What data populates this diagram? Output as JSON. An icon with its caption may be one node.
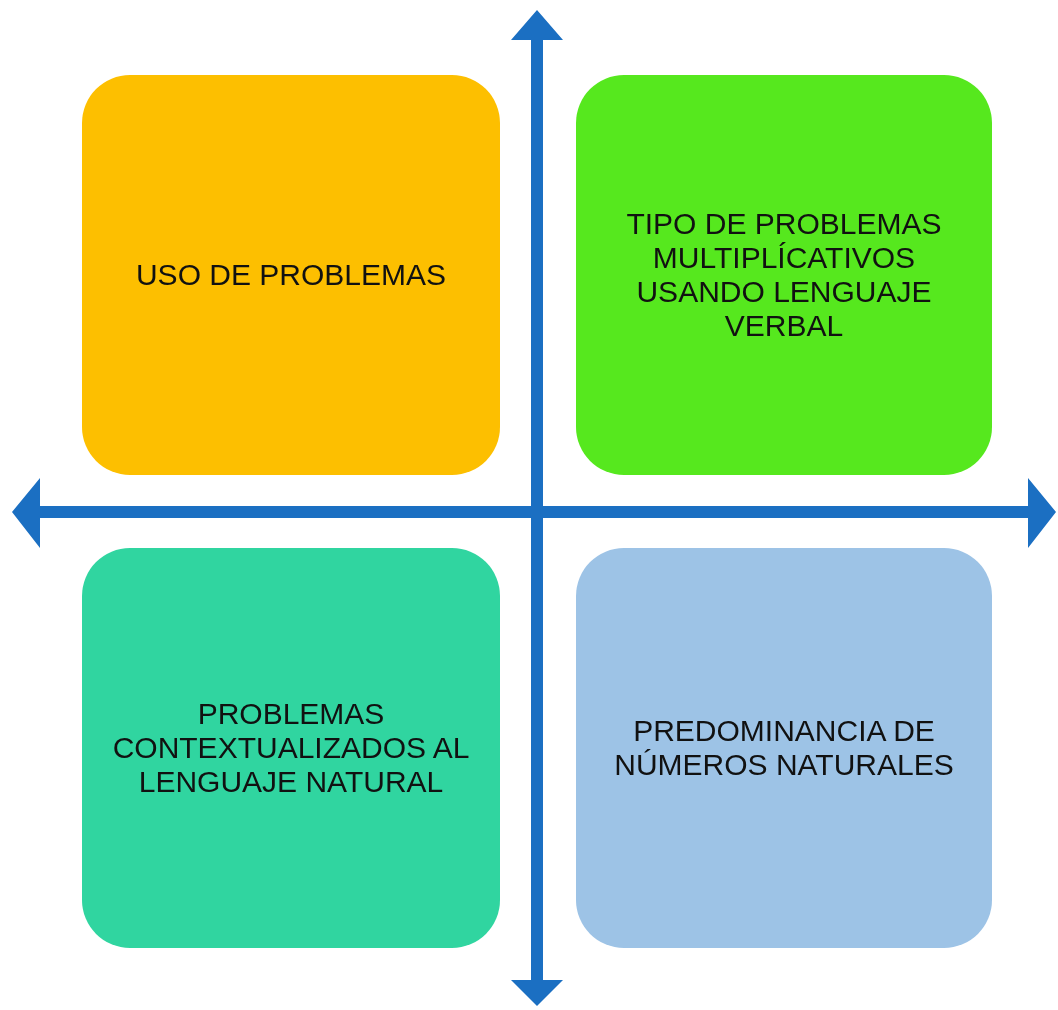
{
  "diagram": {
    "nodes": [
      {
        "text": [
          "USO DE PROBLEMAS"
        ]
      },
      {
        "text": [
          "TIPO DE PROBLEMAS MULTIPLÍCATIVOS USANDO LENGUAJE VERBAL"
        ]
      },
      {
        "text": [
          "PROBLEMAS CONTEXTUALIZADOS AL LENGUAJE NATURAL"
        ]
      },
      {
        "text": [
          "PREDOMINANCIA DE NÚMEROS NATURALES"
        ]
      }
    ]
  }
}
